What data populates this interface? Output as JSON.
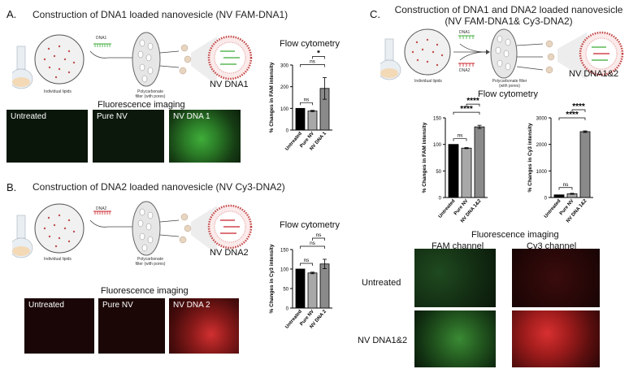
{
  "panel_a": {
    "letter": "A.",
    "title": "Construction of DNA1 loaded nanovesicle (NV FAM-DNA1)",
    "dna_label": "DNA1",
    "lipids_label": "Individual lipids",
    "filter_label": "Polycarbonate filter (with pores)",
    "nv_label": "NV DNA1",
    "flow_title": "Flow cytometry",
    "imaging_title": "Fluorescence imaging",
    "images": [
      "Untreated",
      "Pure NV",
      "NV DNA 1"
    ]
  },
  "panel_b": {
    "letter": "B.",
    "title": "Construction of DNA2 loaded nanovesicle (NV Cy3-DNA2)",
    "dna_label": "DNA2",
    "lipids_label": "Individual lipids",
    "filter_label": "Polycarbonate filter (with pores)",
    "nv_label": "NV DNA2",
    "flow_title": "Flow cytometry",
    "imaging_title": "Fluorescence imaging",
    "images": [
      "Untreated",
      "Pure NV",
      "NV DNA 2"
    ]
  },
  "panel_c": {
    "letter": "C.",
    "title_line1": "Construction of DNA1 and DNA2 loaded nanovesicle",
    "title_line2": "(NV FAM-DNA1& Cy3-DNA2)",
    "dna1_label": "DNA1",
    "dna2_label": "DNA2",
    "lipids_label": "Individual lipids",
    "filter_label": "Polycarbonate filter (with pores)",
    "nv_label": "NV DNA1&2",
    "flow_title": "Flow cytometry",
    "imaging_title": "Fluorescence imaging",
    "channel_fam": "FAM channel",
    "channel_cy3": "Cy3 channel",
    "row_untreated": "Untreated",
    "row_nv": "NV DNA1&2"
  },
  "colors": {
    "fam_green": "#39b54a",
    "cy3_red": "#c8202a",
    "bar_black": "#000000",
    "bar_grey1": "#a8a8a8",
    "bar_grey2": "#8a8a8a"
  },
  "chart_data": [
    {
      "id": "a",
      "type": "bar",
      "categories": [
        "Untreated",
        "Pure NV",
        "NV DNA 1"
      ],
      "values": [
        100,
        88,
        192
      ],
      "errors": [
        0,
        3,
        50
      ],
      "colors": [
        "#000000",
        "#a8a8a8",
        "#8a8a8a"
      ],
      "ylabel": "% Changes in FAM intensity",
      "ylim": [
        0,
        300
      ],
      "yticks": [
        0,
        100,
        200,
        300
      ],
      "sig": [
        {
          "from": 0,
          "to": 1,
          "label": "ns"
        },
        {
          "from": 0,
          "to": 2,
          "label": "ns"
        },
        {
          "from": 1,
          "to": 2,
          "label": "*"
        }
      ]
    },
    {
      "id": "b",
      "type": "bar",
      "categories": [
        "Untreated",
        "Pure NV",
        "NV DNA 2"
      ],
      "values": [
        100,
        90,
        113
      ],
      "errors": [
        0,
        2,
        12
      ],
      "colors": [
        "#000000",
        "#a8a8a8",
        "#8a8a8a"
      ],
      "ylabel": "% Changes in Cy3 intensity",
      "ylim": [
        0,
        150
      ],
      "yticks": [
        0,
        50,
        100,
        150
      ],
      "sig": [
        {
          "from": 0,
          "to": 1,
          "label": "ns"
        },
        {
          "from": 0,
          "to": 2,
          "label": "ns"
        },
        {
          "from": 1,
          "to": 2,
          "label": "ns"
        }
      ]
    },
    {
      "id": "c1",
      "type": "bar",
      "categories": [
        "Untreated",
        "Pure NV",
        "NV DNA 1&2"
      ],
      "values": [
        100,
        93,
        133
      ],
      "errors": [
        0,
        1,
        3
      ],
      "colors": [
        "#000000",
        "#a8a8a8",
        "#8a8a8a"
      ],
      "ylabel": "% Changes in FAM intensity",
      "ylim": [
        0,
        150
      ],
      "yticks": [
        0,
        50,
        100,
        150
      ],
      "sig": [
        {
          "from": 0,
          "to": 1,
          "label": "ns"
        },
        {
          "from": 0,
          "to": 2,
          "label": "****"
        },
        {
          "from": 1,
          "to": 2,
          "label": "****"
        }
      ]
    },
    {
      "id": "c2",
      "type": "bar",
      "categories": [
        "Untreated",
        "Pure NV",
        "NV DNA 1&2"
      ],
      "values": [
        100,
        140,
        2480
      ],
      "errors": [
        0,
        20,
        30
      ],
      "colors": [
        "#000000",
        "#a8a8a8",
        "#8a8a8a"
      ],
      "ylabel": "% Changes in Cy3 intensity",
      "ylim": [
        0,
        3000
      ],
      "yticks": [
        0,
        1000,
        2000,
        3000
      ],
      "sig": [
        {
          "from": 0,
          "to": 1,
          "label": "ns"
        },
        {
          "from": 0,
          "to": 2,
          "label": "****"
        },
        {
          "from": 1,
          "to": 2,
          "label": "****"
        }
      ]
    }
  ]
}
